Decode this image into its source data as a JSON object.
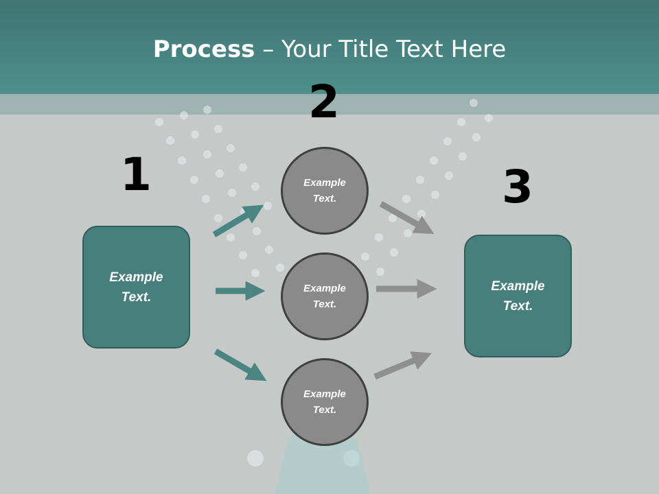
{
  "title": {
    "bold": "Process",
    "rest": " – Your Title Text Here"
  },
  "steps": {
    "one": "1",
    "two": "2",
    "three": "3"
  },
  "left_box": {
    "text": "Example\nText."
  },
  "right_box": {
    "text": "Example\nText."
  },
  "circles": [
    {
      "text": "Example\nText."
    },
    {
      "text": "Example\nText."
    },
    {
      "text": "Example\nText."
    }
  ],
  "colors": {
    "header": "#4e8f8c",
    "box_fill": "#477f7d",
    "circle_fill": "#8a8a8a",
    "teal_arrow": "#4a8582",
    "gray_arrow": "#8f8f8f",
    "background": "#c5cac9"
  }
}
